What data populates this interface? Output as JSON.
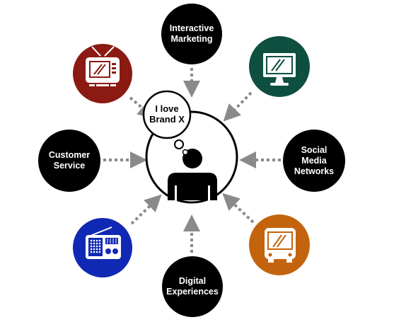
{
  "center": {
    "thought": [
      "I love",
      "Brand X"
    ]
  },
  "nodes": {
    "interactive_marketing": [
      "Interactive",
      "Marketing"
    ],
    "social_media": [
      "Social",
      "Media",
      "Networks"
    ],
    "digital_experiences": [
      "Digital",
      "Experiences"
    ],
    "customer_service": [
      "Customer",
      "Service"
    ]
  },
  "colors": {
    "node_black": "#000000",
    "tv_red": "#8b1a13",
    "monitor_green": "#0f4f40",
    "radio_blue": "#1029b4",
    "bus_orange": "#c4630e",
    "arrow_gray": "#8a8a8a"
  },
  "icons": {
    "tv": "tv-icon",
    "monitor": "monitor-icon",
    "radio": "radio-icon",
    "bus": "bus-icon",
    "person": "person-icon"
  }
}
